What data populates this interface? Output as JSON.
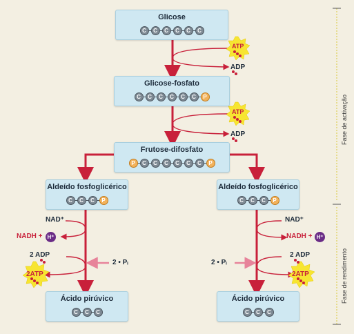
{
  "nodes": {
    "glicose": {
      "title": "Glicose",
      "atoms": [
        "C",
        "C",
        "C",
        "C",
        "C",
        "C"
      ]
    },
    "glicose_fosfato": {
      "title": "Glicose-fosfato",
      "atoms": [
        "C",
        "C",
        "C",
        "C",
        "C",
        "C",
        "P"
      ]
    },
    "frutose_difosfato": {
      "title": "Frutose-difosfato",
      "atoms": [
        "P",
        "C",
        "C",
        "C",
        "C",
        "C",
        "C",
        "P"
      ]
    },
    "aldeido_left": {
      "title": "Aldeído fosfoglicérico",
      "atoms": [
        "C",
        "C",
        "C",
        "P"
      ]
    },
    "aldeido_right": {
      "title": "Aldeído fosfoglicérico",
      "atoms": [
        "C",
        "C",
        "C",
        "P"
      ]
    },
    "piruvico_left": {
      "title": "Ácido pirúvico",
      "atoms": [
        "C",
        "C",
        "C"
      ]
    },
    "piruvico_right": {
      "title": "Ácido pirúvico",
      "atoms": [
        "C",
        "C",
        "C"
      ]
    }
  },
  "labels": {
    "atp": "ATP",
    "adp": "ADP",
    "nad": "NAD⁺",
    "nadh": "NADH +",
    "hplus": "H⁺",
    "two_adp": "2 ADP",
    "two_atp": "2ATP",
    "two_pi": "2 • Pᵢ"
  },
  "phases": {
    "activation": "Fase de activação",
    "yield": "Fase de rendimento"
  },
  "colors": {
    "arrow": "#c8203a",
    "box": "#cfe8f2",
    "atp_burst": "#f7e531",
    "phosphate": "#f2b25b",
    "carbon": "#7e8a94",
    "hplus": "#6a2c86"
  }
}
